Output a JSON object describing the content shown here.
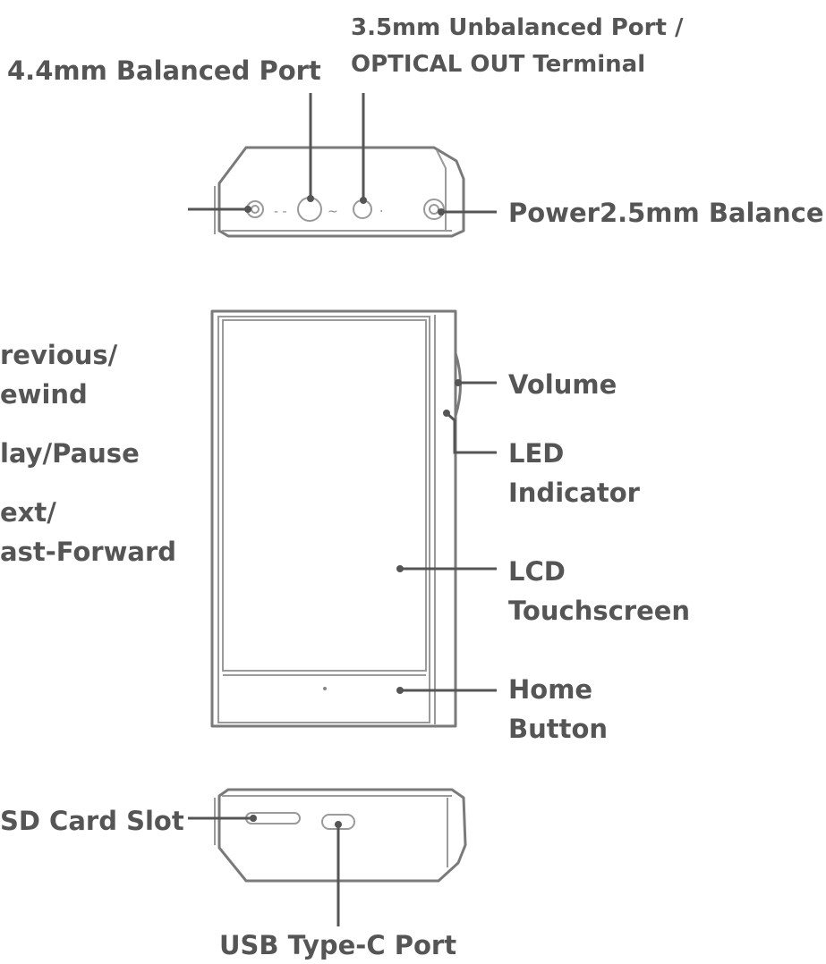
{
  "labels": {
    "unbalanced_line1": "3.5mm Unbalanced Port /",
    "unbalanced_line2": "OPTICAL OUT Terminal",
    "balanced_44": "4.4mm Balanced Port",
    "power_25": "Power2.5mm Balance",
    "previous_line1": "revious/",
    "previous_line2": "ewind",
    "play_pause": "lay/Pause",
    "next_line1": "ext/",
    "next_line2": "ast-Forward",
    "volume": "Volume",
    "led_line1": "LED",
    "led_line2": "Indicator",
    "lcd_line1": "LCD",
    "lcd_line2": "Touchscreen",
    "home_line1": "Home",
    "home_line2": "Button",
    "sd_card": "SD Card Slot",
    "usb_c": "USB Type-C Port"
  }
}
